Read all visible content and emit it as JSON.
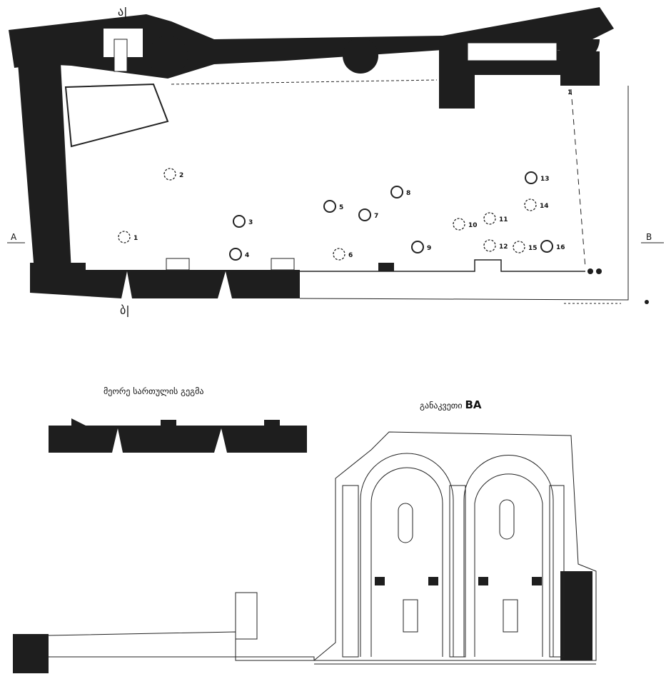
{
  "plan": {
    "section_mark_top": "ა|",
    "section_mark_bottom": "ბ|",
    "axis_left": "A",
    "axis_right": "B",
    "columns": [
      {
        "label": "1",
        "dashed": true
      },
      {
        "label": "2",
        "dashed": true
      },
      {
        "label": "3",
        "dashed": false
      },
      {
        "label": "4",
        "dashed": false
      },
      {
        "label": "5",
        "dashed": false
      },
      {
        "label": "6",
        "dashed": true
      },
      {
        "label": "7",
        "dashed": false
      },
      {
        "label": "8",
        "dashed": false
      },
      {
        "label": "9",
        "dashed": false
      },
      {
        "label": "10",
        "dashed": true
      },
      {
        "label": "11",
        "dashed": true
      },
      {
        "label": "12",
        "dashed": true
      },
      {
        "label": "13",
        "dashed": false
      },
      {
        "label": "14",
        "dashed": true
      },
      {
        "label": "15",
        "dashed": true
      },
      {
        "label": "16",
        "dashed": false
      }
    ],
    "corner_label": "1"
  },
  "second_floor": {
    "caption": "მეორე სართულის გეგმა"
  },
  "section": {
    "caption": "განაკვეთი",
    "caption_code": "BA"
  }
}
